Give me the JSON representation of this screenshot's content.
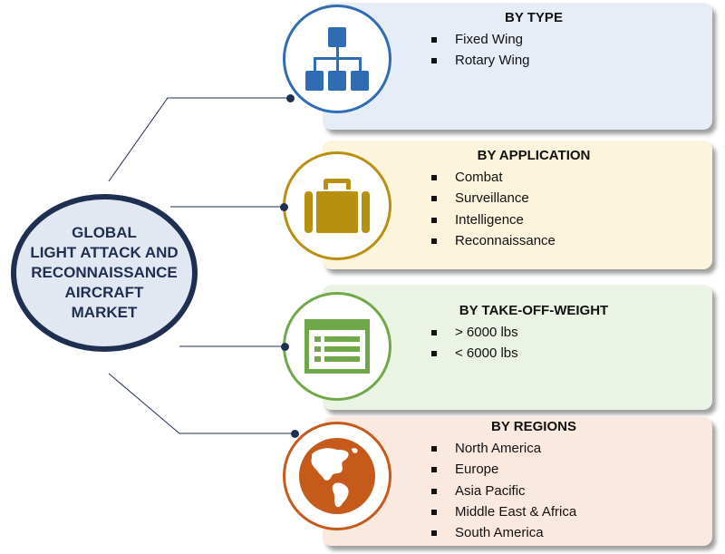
{
  "hub": {
    "title": "GLOBAL\nLIGHT ATTACK AND\nRECONNAISSANCE\nAIRCRAFT\nMARKET"
  },
  "segments": [
    {
      "title": "BY TYPE",
      "icon": "hierarchy-icon",
      "color": "#2e6db4",
      "panel_bg": "#e6edf7",
      "items": [
        "Fixed Wing",
        "Rotary Wing"
      ]
    },
    {
      "title": "BY APPLICATION",
      "icon": "briefcase-icon",
      "color": "#b8900f",
      "panel_bg": "#fcf4dc",
      "items": [
        "Combat",
        "Surveillance",
        "Intelligence",
        "Reconnaissance"
      ]
    },
    {
      "title": "BY TAKE-OFF-WEIGHT",
      "icon": "list-form-icon",
      "color": "#70a849",
      "panel_bg": "#eaf3e4",
      "items": [
        "> 6000 lbs",
        "< 6000 lbs"
      ]
    },
    {
      "title": "BY REGIONS",
      "icon": "globe-icon",
      "color": "#c55a1b",
      "panel_bg": "#fbe9e0",
      "items": [
        "North America",
        "Europe",
        "Asia Pacific",
        "Middle East & Africa",
        "South America"
      ]
    }
  ]
}
